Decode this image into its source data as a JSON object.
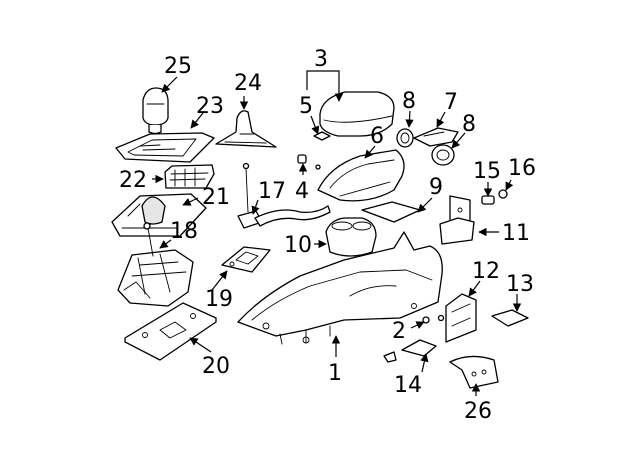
{
  "callouts": [
    {
      "id": "c1",
      "text": "1"
    },
    {
      "id": "c2",
      "text": "2"
    },
    {
      "id": "c3",
      "text": "3"
    },
    {
      "id": "c4",
      "text": "4"
    },
    {
      "id": "c5",
      "text": "5"
    },
    {
      "id": "c6",
      "text": "6"
    },
    {
      "id": "c7",
      "text": "7"
    },
    {
      "id": "c8a",
      "text": "8"
    },
    {
      "id": "c8b",
      "text": "8"
    },
    {
      "id": "c9",
      "text": "9"
    },
    {
      "id": "c10",
      "text": "10"
    },
    {
      "id": "c11",
      "text": "11"
    },
    {
      "id": "c12",
      "text": "12"
    },
    {
      "id": "c13",
      "text": "13"
    },
    {
      "id": "c14",
      "text": "14"
    },
    {
      "id": "c15",
      "text": "15"
    },
    {
      "id": "c16",
      "text": "16"
    },
    {
      "id": "c17",
      "text": "17"
    },
    {
      "id": "c18",
      "text": "18"
    },
    {
      "id": "c19",
      "text": "19"
    },
    {
      "id": "c20",
      "text": "20"
    },
    {
      "id": "c21",
      "text": "21"
    },
    {
      "id": "c22",
      "text": "22"
    },
    {
      "id": "c23",
      "text": "23"
    },
    {
      "id": "c24",
      "text": "24"
    },
    {
      "id": "c25",
      "text": "25"
    },
    {
      "id": "c26",
      "text": "26"
    }
  ]
}
